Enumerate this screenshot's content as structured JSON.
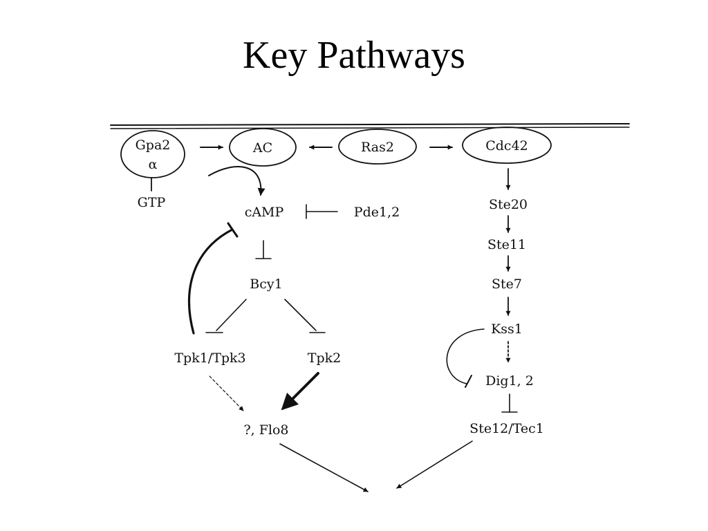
{
  "slide": {
    "title": "Key Pathways"
  },
  "nodes": {
    "gpa2": "Gpa2",
    "alpha": "α",
    "ac": "AC",
    "ras2": "Ras2",
    "cdc42": "Cdc42",
    "gtp": "GTP",
    "camp": "cAMP",
    "pde": "Pde1,2",
    "bcy1": "Bcy1",
    "tpk13": "Tpk1/Tpk3",
    "tpk2": "Tpk2",
    "flo8": "?, Flo8",
    "ste20": "Ste20",
    "ste11": "Ste11",
    "ste7": "Ste7",
    "kss1": "Kss1",
    "dig": "Dig1, 2",
    "ste12": "Ste12/Tec1"
  }
}
